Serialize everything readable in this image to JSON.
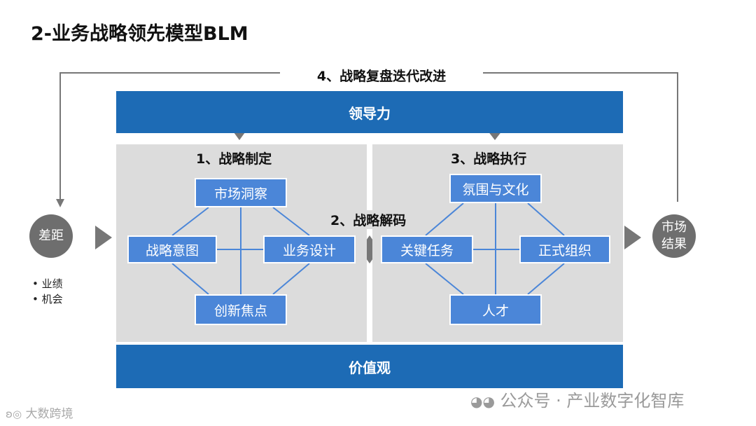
{
  "title": "2-业务战略领先模型BLM",
  "loop_label": "4、战略复盘迭代改进",
  "top_bar": "领导力",
  "bottom_bar": "价值观",
  "left_circle": "差距",
  "left_bullets": [
    "业绩",
    "机会"
  ],
  "right_circle": [
    "市场",
    "结果"
  ],
  "middle_label": "2、战略解码",
  "left_panel": {
    "heading": "1、战略制定",
    "top": "市场洞察",
    "left": "战略意图",
    "right": "业务设计",
    "bottom": "创新焦点"
  },
  "right_panel": {
    "heading": "3、战略执行",
    "top": "氛围与文化",
    "left": "关键任务",
    "right": "正式组织",
    "bottom": "人才"
  },
  "watermark_left": "大数跨境",
  "watermark_right": "公众号 · 产业数字化智库",
  "colors": {
    "bar": "#1d6bb5",
    "box": "#4b86d8",
    "panel": "#dcdcdc",
    "circle": "#6e6e6e",
    "arrow": "#777777"
  }
}
